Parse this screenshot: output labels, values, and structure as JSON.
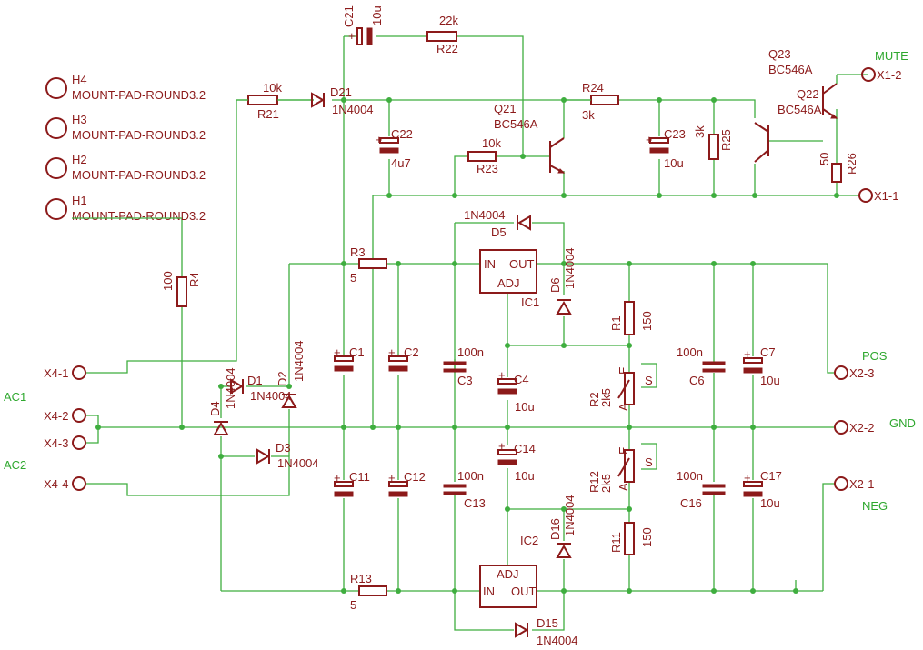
{
  "net_labels": {
    "ac1": "AC1",
    "ac2": "AC2",
    "pos": "POS",
    "gnd": "GND",
    "neg": "NEG",
    "mute": "MUTE"
  },
  "connectors": {
    "x4_1": "X4-1",
    "x4_2": "X4-2",
    "x4_3": "X4-3",
    "x4_4": "X4-4",
    "x2_1": "X2-1",
    "x2_2": "X2-2",
    "x2_3": "X2-3",
    "x1_1": "X1-1",
    "x1_2": "X1-2"
  },
  "mount_pads": [
    {
      "name": "H4",
      "value": "MOUNT-PAD-ROUND3.2"
    },
    {
      "name": "H3",
      "value": "MOUNT-PAD-ROUND3.2"
    },
    {
      "name": "H2",
      "value": "MOUNT-PAD-ROUND3.2"
    },
    {
      "name": "H1",
      "value": "MOUNT-PAD-ROUND3.2"
    }
  ],
  "resistors": {
    "r1": {
      "name": "R1",
      "value": "150"
    },
    "r3": {
      "name": "R3",
      "value": "5"
    },
    "r4": {
      "name": "R4",
      "value": "100"
    },
    "r11": {
      "name": "R11",
      "value": "150"
    },
    "r13": {
      "name": "R13",
      "value": "5"
    },
    "r21": {
      "name": "R21",
      "value": "10k"
    },
    "r22": {
      "name": "R22",
      "value": "22k"
    },
    "r23": {
      "name": "R23",
      "value": "10k"
    },
    "r24": {
      "name": "R24",
      "value": "3k"
    },
    "r25": {
      "name": "R25",
      "value": "3k"
    },
    "r26": {
      "name": "R26",
      "value": "50"
    }
  },
  "pots": {
    "r2": {
      "name": "R2",
      "value": "2k5"
    },
    "r12": {
      "name": "R12",
      "value": "2k5"
    },
    "pin_a": "A",
    "pin_e": "E",
    "pin_s": "S"
  },
  "capacitors": {
    "c1": {
      "name": "C1"
    },
    "c2": {
      "name": "C2"
    },
    "c3": {
      "name": "C3",
      "value": "100n"
    },
    "c4": {
      "name": "C4",
      "value": "10u"
    },
    "c6": {
      "name": "C6",
      "value": "100n"
    },
    "c7": {
      "name": "C7",
      "value": "10u"
    },
    "c11": {
      "name": "C11"
    },
    "c12": {
      "name": "C12"
    },
    "c13": {
      "name": "C13",
      "value": "100n"
    },
    "c14": {
      "name": "C14",
      "value": "10u"
    },
    "c16": {
      "name": "C16",
      "value": "100n"
    },
    "c17": {
      "name": "C17",
      "value": "10u"
    },
    "c21": {
      "name": "C21",
      "value": "10u"
    },
    "c22": {
      "name": "C22",
      "value": "4u7"
    },
    "c23": {
      "name": "C23",
      "value": "10u"
    }
  },
  "diodes": {
    "d1": {
      "name": "D1",
      "value": "1N4004"
    },
    "d2": {
      "name": "D2",
      "value": "1N4004"
    },
    "d3": {
      "name": "D3",
      "value": "1N4004"
    },
    "d4": {
      "name": "D4",
      "value": "1N4004"
    },
    "d5": {
      "name": "D5",
      "value": "1N4004"
    },
    "d6": {
      "name": "D6",
      "value": "1N4004"
    },
    "d15": {
      "name": "D15",
      "value": "1N4004"
    },
    "d16": {
      "name": "D16",
      "value": "1N4004"
    },
    "d21": {
      "name": "D21",
      "value": "1N4004"
    }
  },
  "transistors": {
    "q21": {
      "name": "Q21",
      "value": "BC546A"
    },
    "q22": {
      "name": "Q22",
      "value": "BC546A"
    },
    "q23": {
      "name": "Q23",
      "value": "BC546A"
    }
  },
  "regulators": {
    "ic1": {
      "name": "IC1",
      "in": "IN",
      "out": "OUT",
      "adj": "ADJ"
    },
    "ic2": {
      "name": "IC2",
      "in": "IN",
      "out": "OUT",
      "adj": "ADJ"
    }
  },
  "colors": {
    "wire": "#3fae3f",
    "component": "#8c1a1a",
    "net_label": "#2fa82f",
    "background": "#ffffff"
  }
}
